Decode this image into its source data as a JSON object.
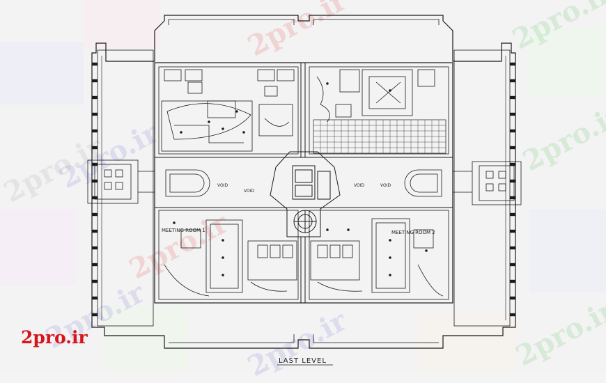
{
  "brand": {
    "logo_text": "2pro.ir",
    "watermark_text": "2pro.ir",
    "logo_color": "#d8141b"
  },
  "plan": {
    "title": "LAST LEVEL",
    "labels": {
      "void_1": "VOID",
      "void_2": "VOID",
      "void_3": "VOID",
      "void_4": "VOID",
      "meeting_room_1": "MEETING ROOM 1",
      "meeting_room_2": "MEETING ROOM 2"
    },
    "line_color": "#1a1a1a"
  }
}
